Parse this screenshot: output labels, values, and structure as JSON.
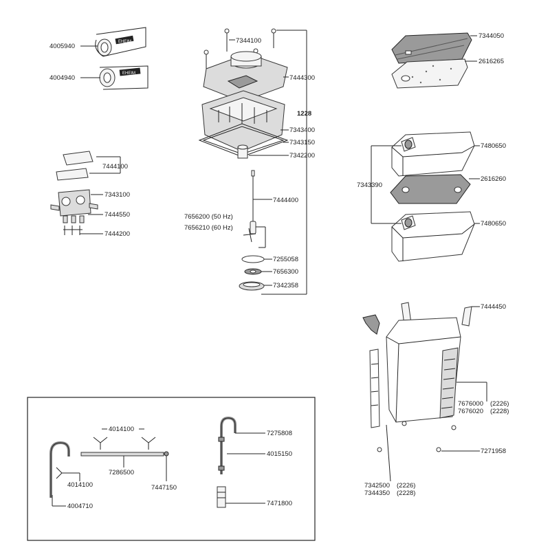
{
  "parts": {
    "hose_top": "4005940",
    "hose_bottom": "4004940",
    "hose_brand": "EHEIM",
    "hose_brand_alt": "EHEIM",
    "clip_top": "7444100",
    "adapter": "7343100",
    "adapter_block": "7444550",
    "adapter_pins": "7444200",
    "screw": "7344100",
    "head": "7444300",
    "group_label": "1228",
    "housing": "7343400",
    "gasket": "7343150",
    "impeller_cap": "7342200",
    "shaft": "7444400",
    "impeller_50": "7656200 (50 Hz)",
    "impeller_60": "7656210 (60 Hz)",
    "ring": "7255058",
    "disc": "7656300",
    "cover": "7342358",
    "pad_grey": "7344050",
    "pad_foam": "2616265",
    "basket_top": "7480650",
    "basket_group": "7343390",
    "pad_mid": "2616260",
    "basket_bottom": "7480650",
    "handle_clip": "7444450",
    "container_a": "7676000",
    "container_a_model": "(2226)",
    "container_b": "7676020",
    "container_b_model": "(2228)",
    "foot": "7271958",
    "rack_a": "7342500",
    "rack_a_model": "(2226)",
    "rack_b": "7344350",
    "rack_b_model": "(2228)"
  },
  "inset": {
    "suction_cups": "4014100",
    "spray_bar": "7286500",
    "end_cap": "7447150",
    "suction_cup_single": "4014100",
    "intake_pipe": "4004710",
    "outlet_pipe": "7275808",
    "clamp": "4015150",
    "strainer": "7471800"
  }
}
